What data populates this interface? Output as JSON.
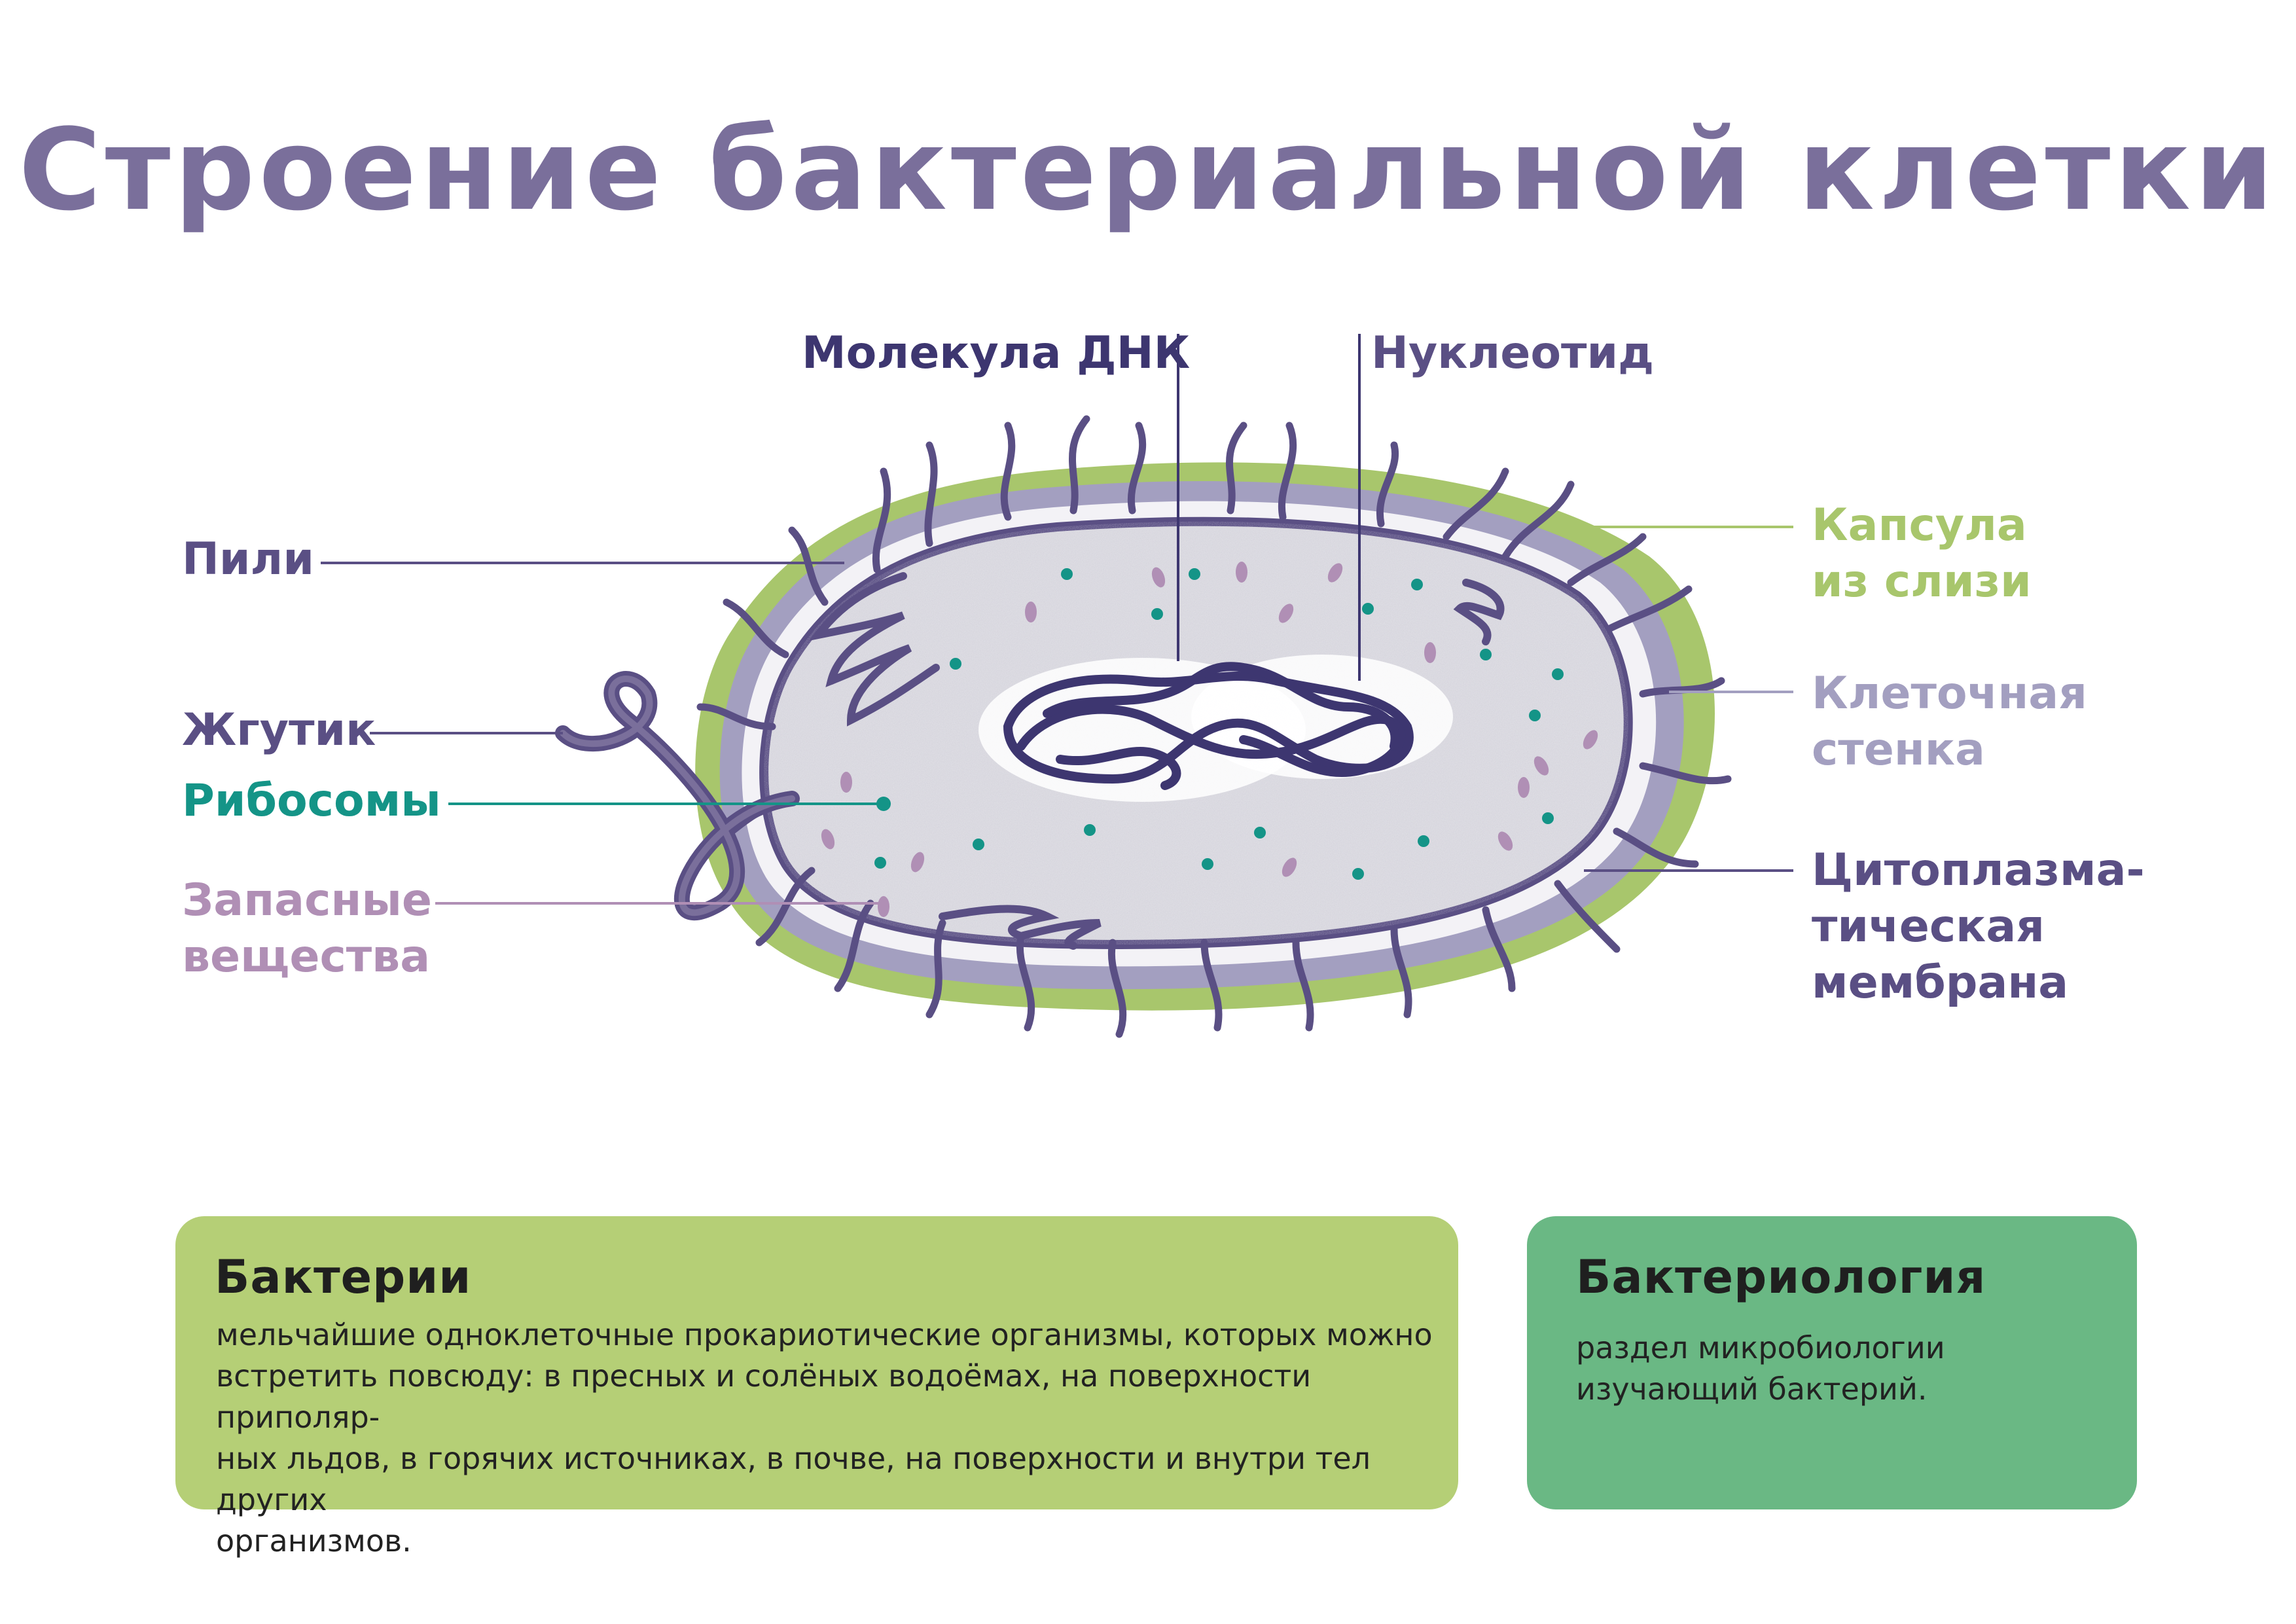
{
  "title": "Строение бактериальной клетки",
  "colors": {
    "title": "#7a6f9b",
    "capsule": "#a8c66c",
    "cell_wall": "#a39fc0",
    "membrane": "#5a4f84",
    "cytoplasm": "#d6d5dd",
    "ribosome": "#149487",
    "storage": "#b08fb5",
    "dna": "#3d3670",
    "box_bacteria": "#b5cf76",
    "box_bacteriology": "#6ab884"
  },
  "labels": {
    "dna": "Молекула ДНК",
    "nucleotide": "Нуклеотид",
    "pili": "Пили",
    "flagellum": "Жгутик",
    "ribosomes": "Рибосомы",
    "storage_line1": "Запасные",
    "storage_line2": "вещества",
    "capsule_line1": "Капсула",
    "capsule_line2": "из слизи",
    "wall_line1": "Клеточная",
    "wall_line2": "стенка",
    "membrane_line1": "Цитоплазма-",
    "membrane_line2": "тическая",
    "membrane_line3": "мембрана"
  },
  "boxes": {
    "bacteria": {
      "heading": "Бактерии",
      "line1": "мельчайшие одноклеточные прокариотические организмы, которых можно",
      "line2": "встретить повсюду: в пресных и солёных водоёмах, на поверхности приполяр-",
      "line3": "ных льдов, в горячих источниках, в почве, на поверхности и внутри тел других",
      "line4": "организмов."
    },
    "bacteriology": {
      "heading": "Бактериология",
      "line1": "раздел микробиологии",
      "line2": "изучающий бактерий."
    }
  }
}
